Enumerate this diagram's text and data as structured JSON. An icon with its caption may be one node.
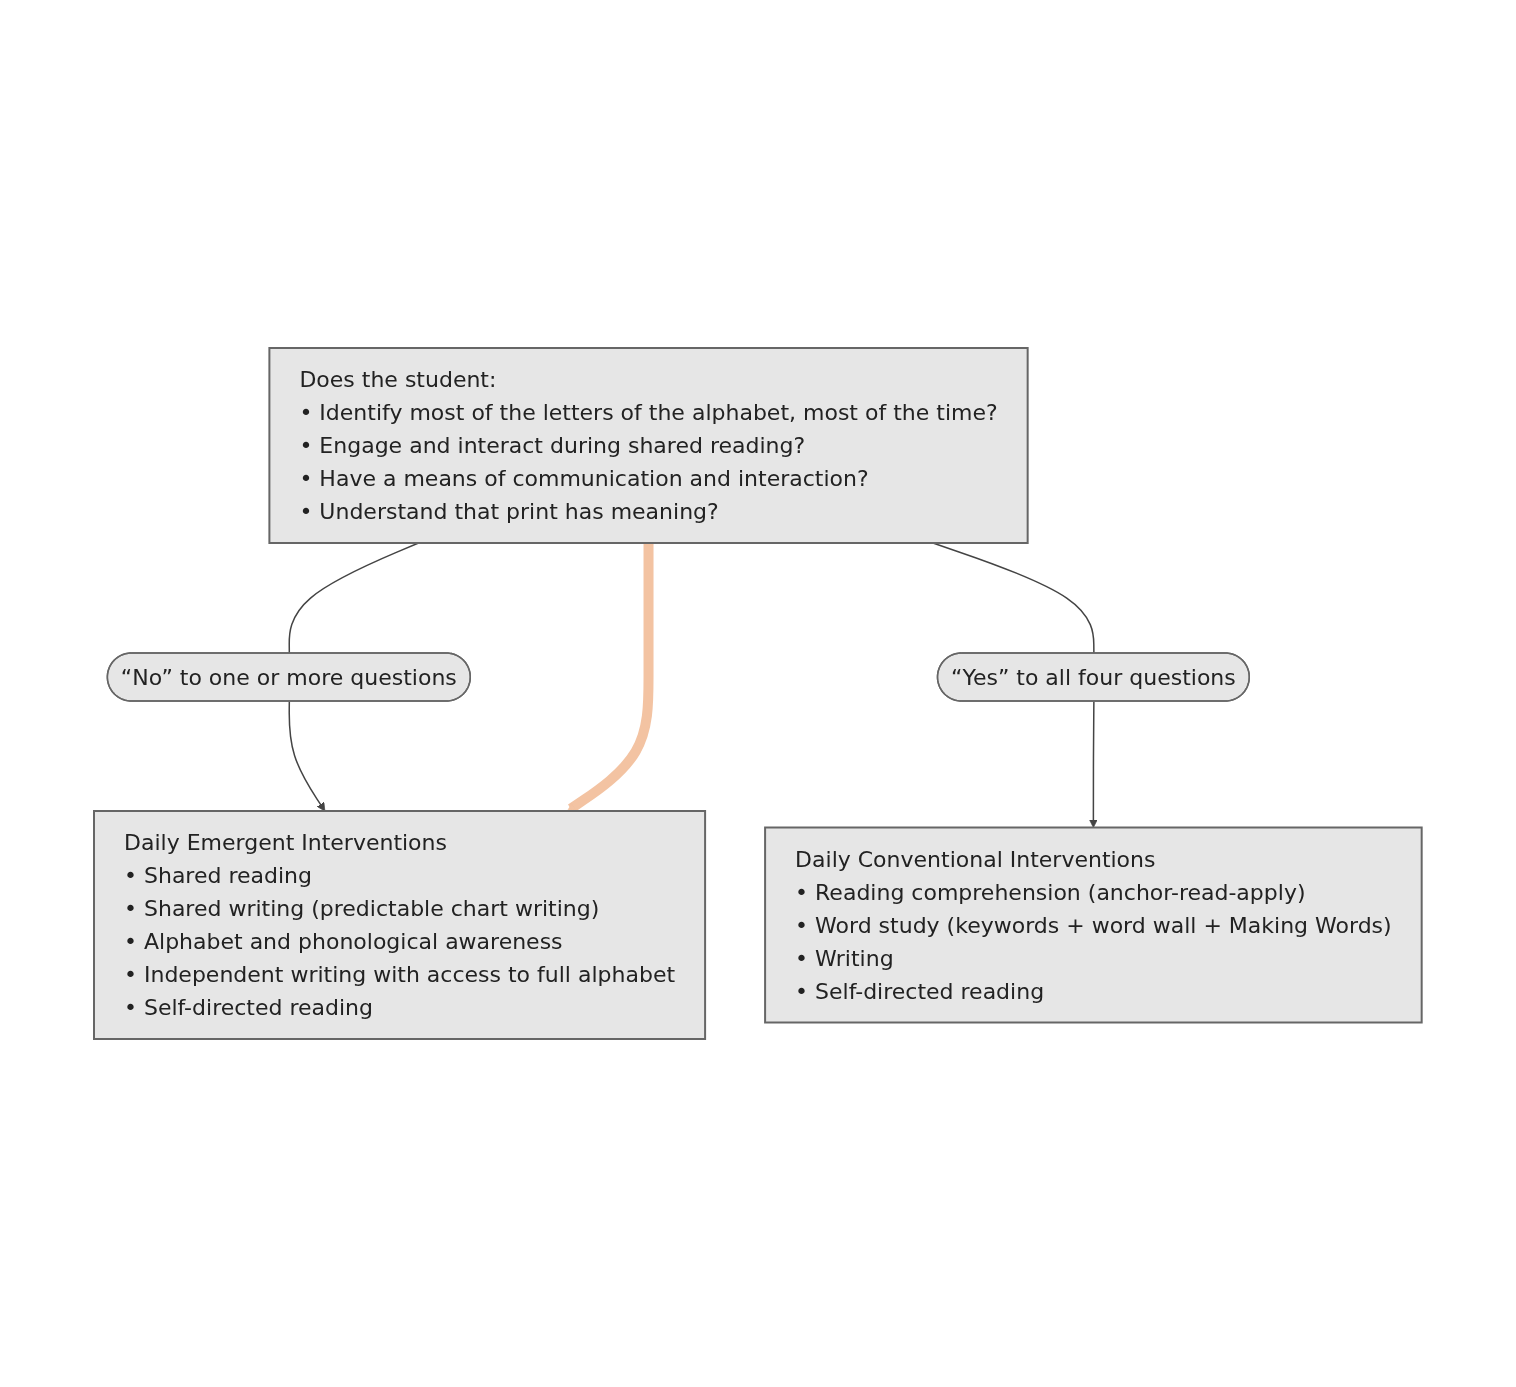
{
  "diagram": {
    "nodes": [
      {
        "text": [
          "Does the student:",
          "• Identify most of the letters of the alphabet, most of the time?",
          "• Engage and interact during shared reading?",
          "• Have a means of communication and interaction?",
          "• Understand that print has meaning?"
        ]
      },
      {
        "text": [
          "“No” to one or more questions"
        ]
      },
      {
        "text": [
          "“Yes” to all four questions"
        ]
      },
      {
        "text": [
          "Daily Emergent Interventions",
          "• Shared reading",
          "• Shared writing (predictable chart writing)",
          "• Alphabet and phonological awareness",
          "• Independent writing with access to full alphabet",
          "• Self-directed reading"
        ]
      },
      {
        "text": [
          "Daily Conventional Interventions",
          "• Reading comprehension (anchor-read-apply)",
          "• Word study (keywords + word wall + Making Words)",
          "• Writing",
          "• Self-directed reading"
        ]
      }
    ],
    "edges": [
      {
        "from": 0,
        "to": 1,
        "arrow": "none"
      },
      {
        "from": 0,
        "to": 2,
        "arrow": "none"
      },
      {
        "from": 1,
        "to": 3,
        "arrow": "to"
      },
      {
        "from": 2,
        "to": 4,
        "arrow": "to"
      },
      {
        "from": 0,
        "to": 3,
        "arrow": "to",
        "style": "thick",
        "color": "#f3c3a2"
      }
    ]
  }
}
